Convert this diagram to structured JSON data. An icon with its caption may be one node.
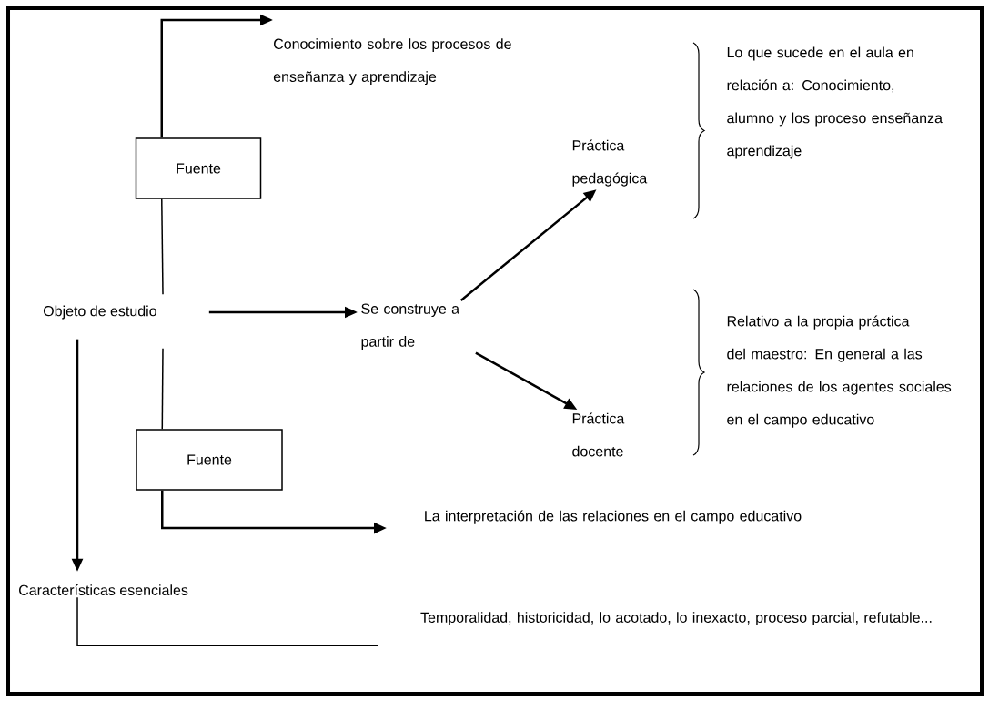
{
  "diagram": {
    "nodes": [
      {
        "text": [
          "Objeto de estudio"
        ]
      },
      {
        "text": [
          "Fuente"
        ]
      },
      {
        "text": [
          "Conocimiento sobre los procesos de enseñanza y aprendizaje"
        ]
      },
      {
        "text": [
          "Se construye a partir de"
        ]
      },
      {
        "text": [
          "Práctica pedagógica"
        ]
      },
      {
        "text": [
          "Lo que sucede en el aula en relación a: Conocimiento, alumno y los proceso enseñanza aprendizaje"
        ]
      },
      {
        "text": [
          "Práctica docente"
        ]
      },
      {
        "text": [
          "Relativo a la propia práctica del maestro: En general a las relaciones de los agentes sociales en el campo educativo"
        ]
      },
      {
        "text": [
          "Fuente"
        ]
      },
      {
        "text": [
          "La interpretación de las relaciones en el campo educativo"
        ]
      },
      {
        "text": [
          "Características esenciales"
        ]
      },
      {
        "text": [
          "Temporalidad, historicidad, lo acotado, lo inexacto, proceso parcial, refutable..."
        ]
      }
    ],
    "edges": [
      {
        "from": 0,
        "to": 1,
        "arrow": "none"
      },
      {
        "from": 1,
        "to": 2,
        "arrow": "to"
      },
      {
        "from": 0,
        "to": 3,
        "arrow": "to"
      },
      {
        "from": 3,
        "to": 4,
        "arrow": "to"
      },
      {
        "from": 3,
        "to": 6,
        "arrow": "to"
      },
      {
        "from": 0,
        "to": 8,
        "arrow": "none"
      },
      {
        "from": 8,
        "to": 9,
        "arrow": "to"
      },
      {
        "from": 0,
        "to": 10,
        "arrow": "to"
      },
      {
        "from": 10,
        "to": 11,
        "arrow": "none"
      }
    ]
  }
}
